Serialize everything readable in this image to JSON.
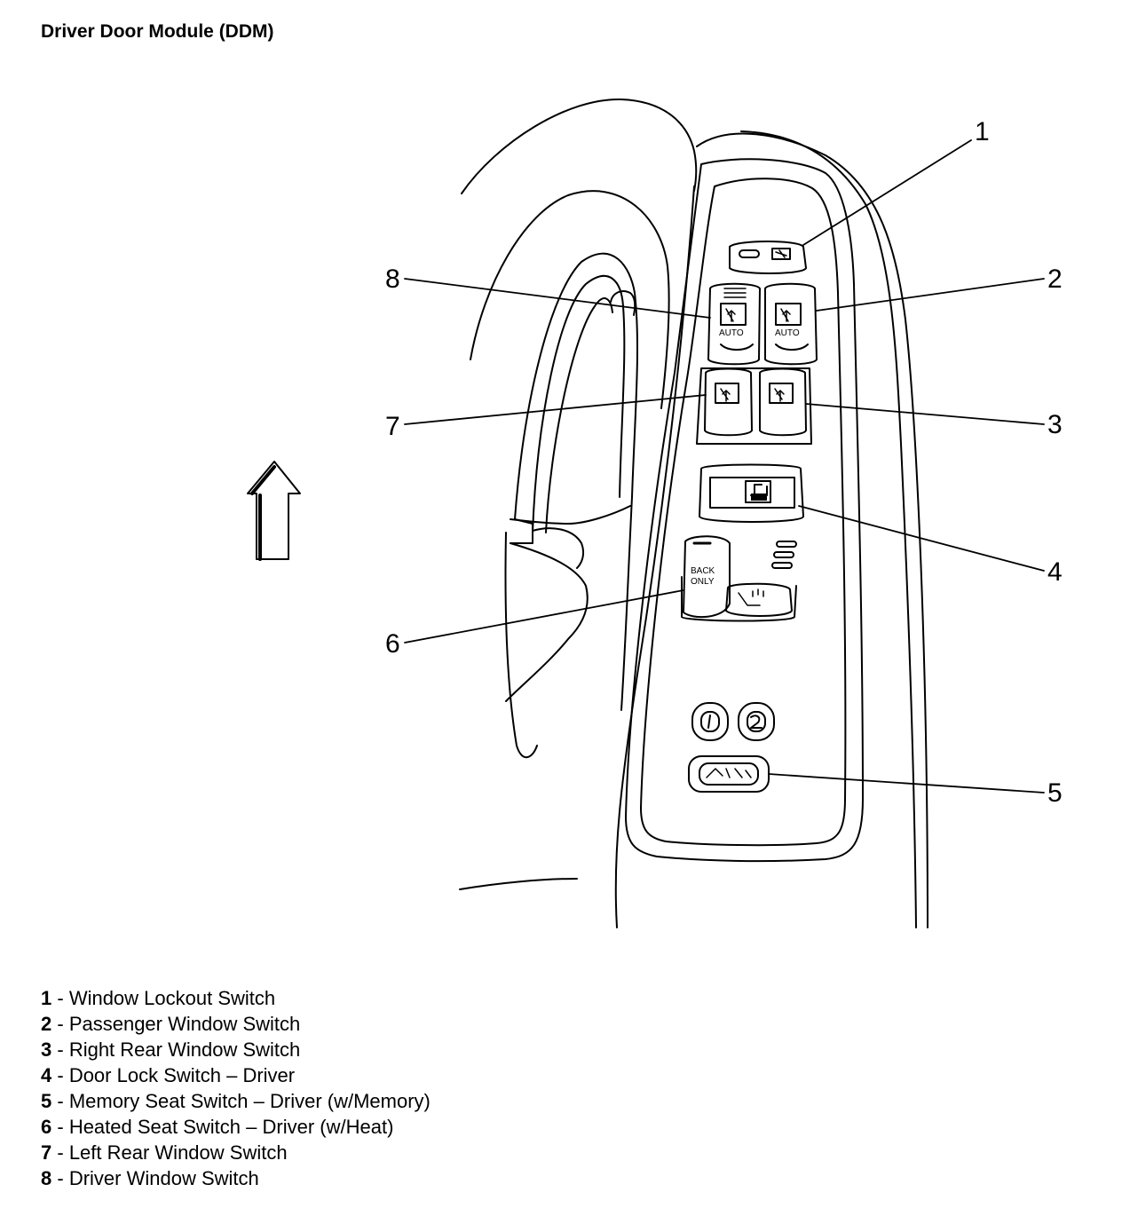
{
  "title": "Driver Door Module (DDM)",
  "switch_text": {
    "auto": "AUTO",
    "back": "BACK",
    "only": "ONLY"
  },
  "callouts": [
    "1",
    "2",
    "3",
    "4",
    "5",
    "6",
    "7",
    "8"
  ],
  "legend": [
    {
      "num": "1",
      "sep": " - ",
      "label": "Window Lockout Switch"
    },
    {
      "num": "2",
      "sep": " - ",
      "label": "Passenger Window Switch"
    },
    {
      "num": "3",
      "sep": " - ",
      "label": "Right Rear Window Switch"
    },
    {
      "num": "4",
      "sep": " - ",
      "label": "Door Lock Switch – Driver"
    },
    {
      "num": "5",
      "sep": " - ",
      "label": "Memory Seat Switch – Driver (w/Memory)"
    },
    {
      "num": "6",
      "sep": " - ",
      "label": "Heated Seat Switch – Driver (w/Heat)"
    },
    {
      "num": "7",
      "sep": " - ",
      "label": "Left Rear Window Switch"
    },
    {
      "num": "8",
      "sep": " - ",
      "label": "Driver Window Switch"
    }
  ],
  "icons": {
    "direction_arrow": "up-arrow-icon"
  }
}
